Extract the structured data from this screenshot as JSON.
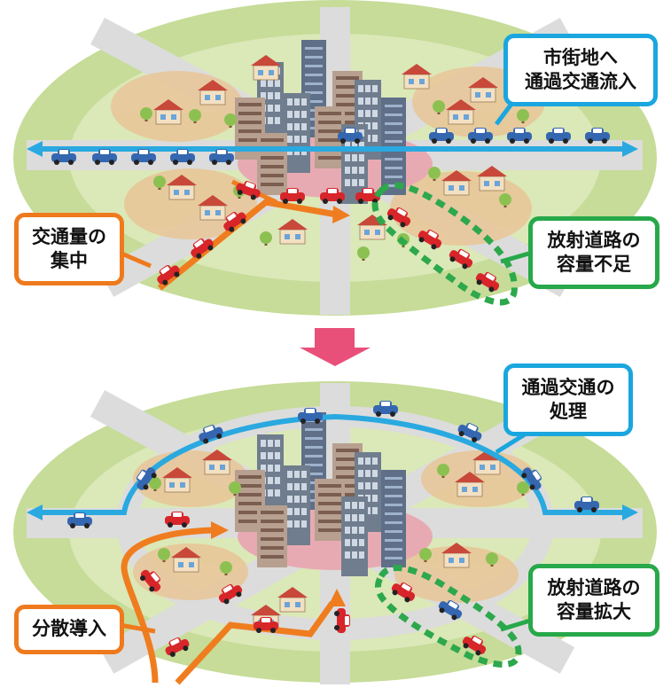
{
  "diagram": {
    "before": {
      "through_traffic_label": [
        "市街地へ",
        "通過交通流入"
      ],
      "concentration_label": [
        "交通量の",
        "集中"
      ],
      "radial_capacity_label": [
        "放射道路の",
        "容量不足"
      ]
    },
    "after": {
      "through_traffic_label": [
        "通過交通の",
        "処理"
      ],
      "dispersion_label": [
        "分散導入"
      ],
      "radial_capacity_label": [
        "放射道路の",
        "容量拡大"
      ]
    },
    "colors": {
      "ground_green": "#c6dc98",
      "ground_light": "#dbe8b8",
      "road": "#dcdcdc",
      "center_pink": "#e8aab2",
      "blue_arrow": "#29a9e0",
      "orange_arrow": "#ef7d1f",
      "green_dash": "#2da84c",
      "transition_arrow": "#e8507a",
      "car_red": "#d7252a",
      "car_blue": "#3567b0"
    }
  }
}
